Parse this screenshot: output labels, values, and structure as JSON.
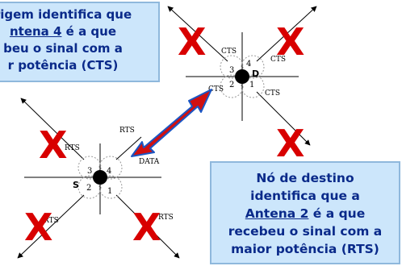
{
  "labels": {
    "cts": "CTS",
    "rts": "RTS",
    "data": "DATA",
    "x_mark": "X",
    "dest_node": "D",
    "src_node": "S"
  },
  "antennas": {
    "a1": "1",
    "a2": "2",
    "a3": "3",
    "a4": "4"
  },
  "callout_source": {
    "line1": "rigem identifica que",
    "line2_antenna": "ntena 4",
    "line2_rest": " é a que",
    "line3": "beu o sinal com a",
    "line4": "r potência (CTS)"
  },
  "callout_dest": {
    "line1": "Nó de destino",
    "line2": "identifica que a",
    "line3_antenna": "Antena 2",
    "line3_rest": " é a que",
    "line4": "recebeu o sinal com a",
    "line5": "maior potência (RTS)"
  },
  "colors": {
    "x_mark": "#d80000",
    "arrow_fill": "#d01010",
    "arrow_outline": "#1a56c4",
    "callout_bg": "#cce6fb",
    "callout_text": "#0a2a8a"
  }
}
